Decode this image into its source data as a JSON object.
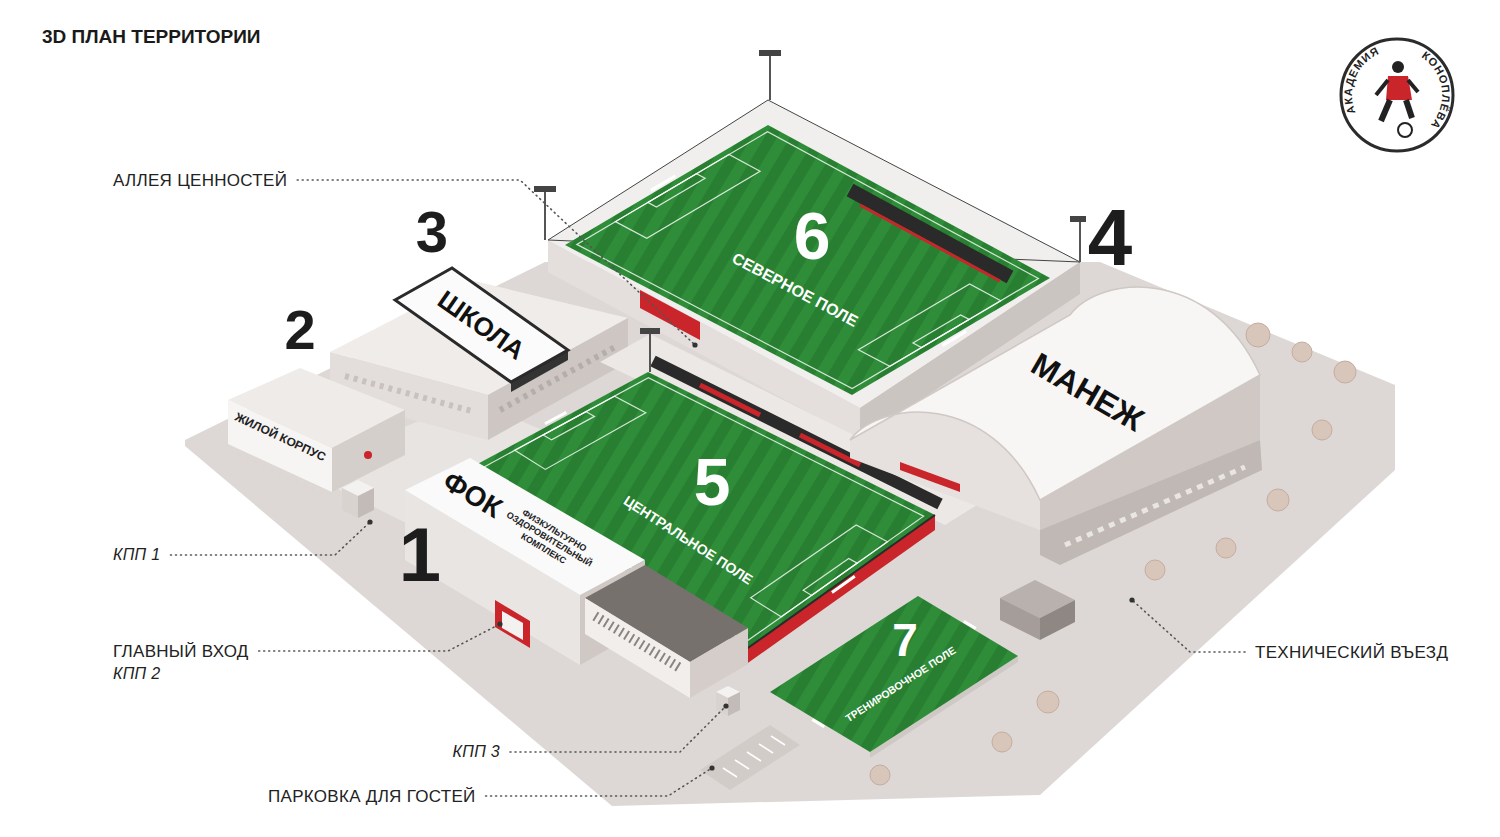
{
  "diagram": {
    "title": "3D ПЛАН ТЕРРИТОРИИ",
    "nodes": [
      {
        "text": [
          "1",
          "ФОК",
          "ФИЗКУЛЬТУРНО ОЗДОРОВИТЕЛЬНЫЙ КОМПЛЕКС"
        ]
      },
      {
        "text": [
          "2",
          "ЖИЛОЙ КОРПУС"
        ]
      },
      {
        "text": [
          "3",
          "ШКОЛА"
        ]
      },
      {
        "text": [
          "4",
          "МАНЕЖ"
        ]
      },
      {
        "text": [
          "5",
          "ЦЕНТРАЛЬНОЕ ПОЛЕ"
        ]
      },
      {
        "text": [
          "6",
          "СЕВЕРНОЕ ПОЛЕ"
        ]
      },
      {
        "text": [
          "7",
          "ТРЕНИРОВОЧНОЕ ПОЛЕ"
        ]
      }
    ],
    "labels": [
      "АКАДЕМИЯ",
      "КОНОПЛЁВА",
      "АЛЛЕЯ ЦЕННОСТЕЙ",
      "КПП 1",
      "ГЛАВНЫЙ ВХОД",
      "КПП 2",
      "КПП 3",
      "ПАРКОВКА ДЛЯ ГОСТЕЙ",
      "ТЕХНИЧЕСКИЙ ВЪЕЗД"
    ]
  }
}
